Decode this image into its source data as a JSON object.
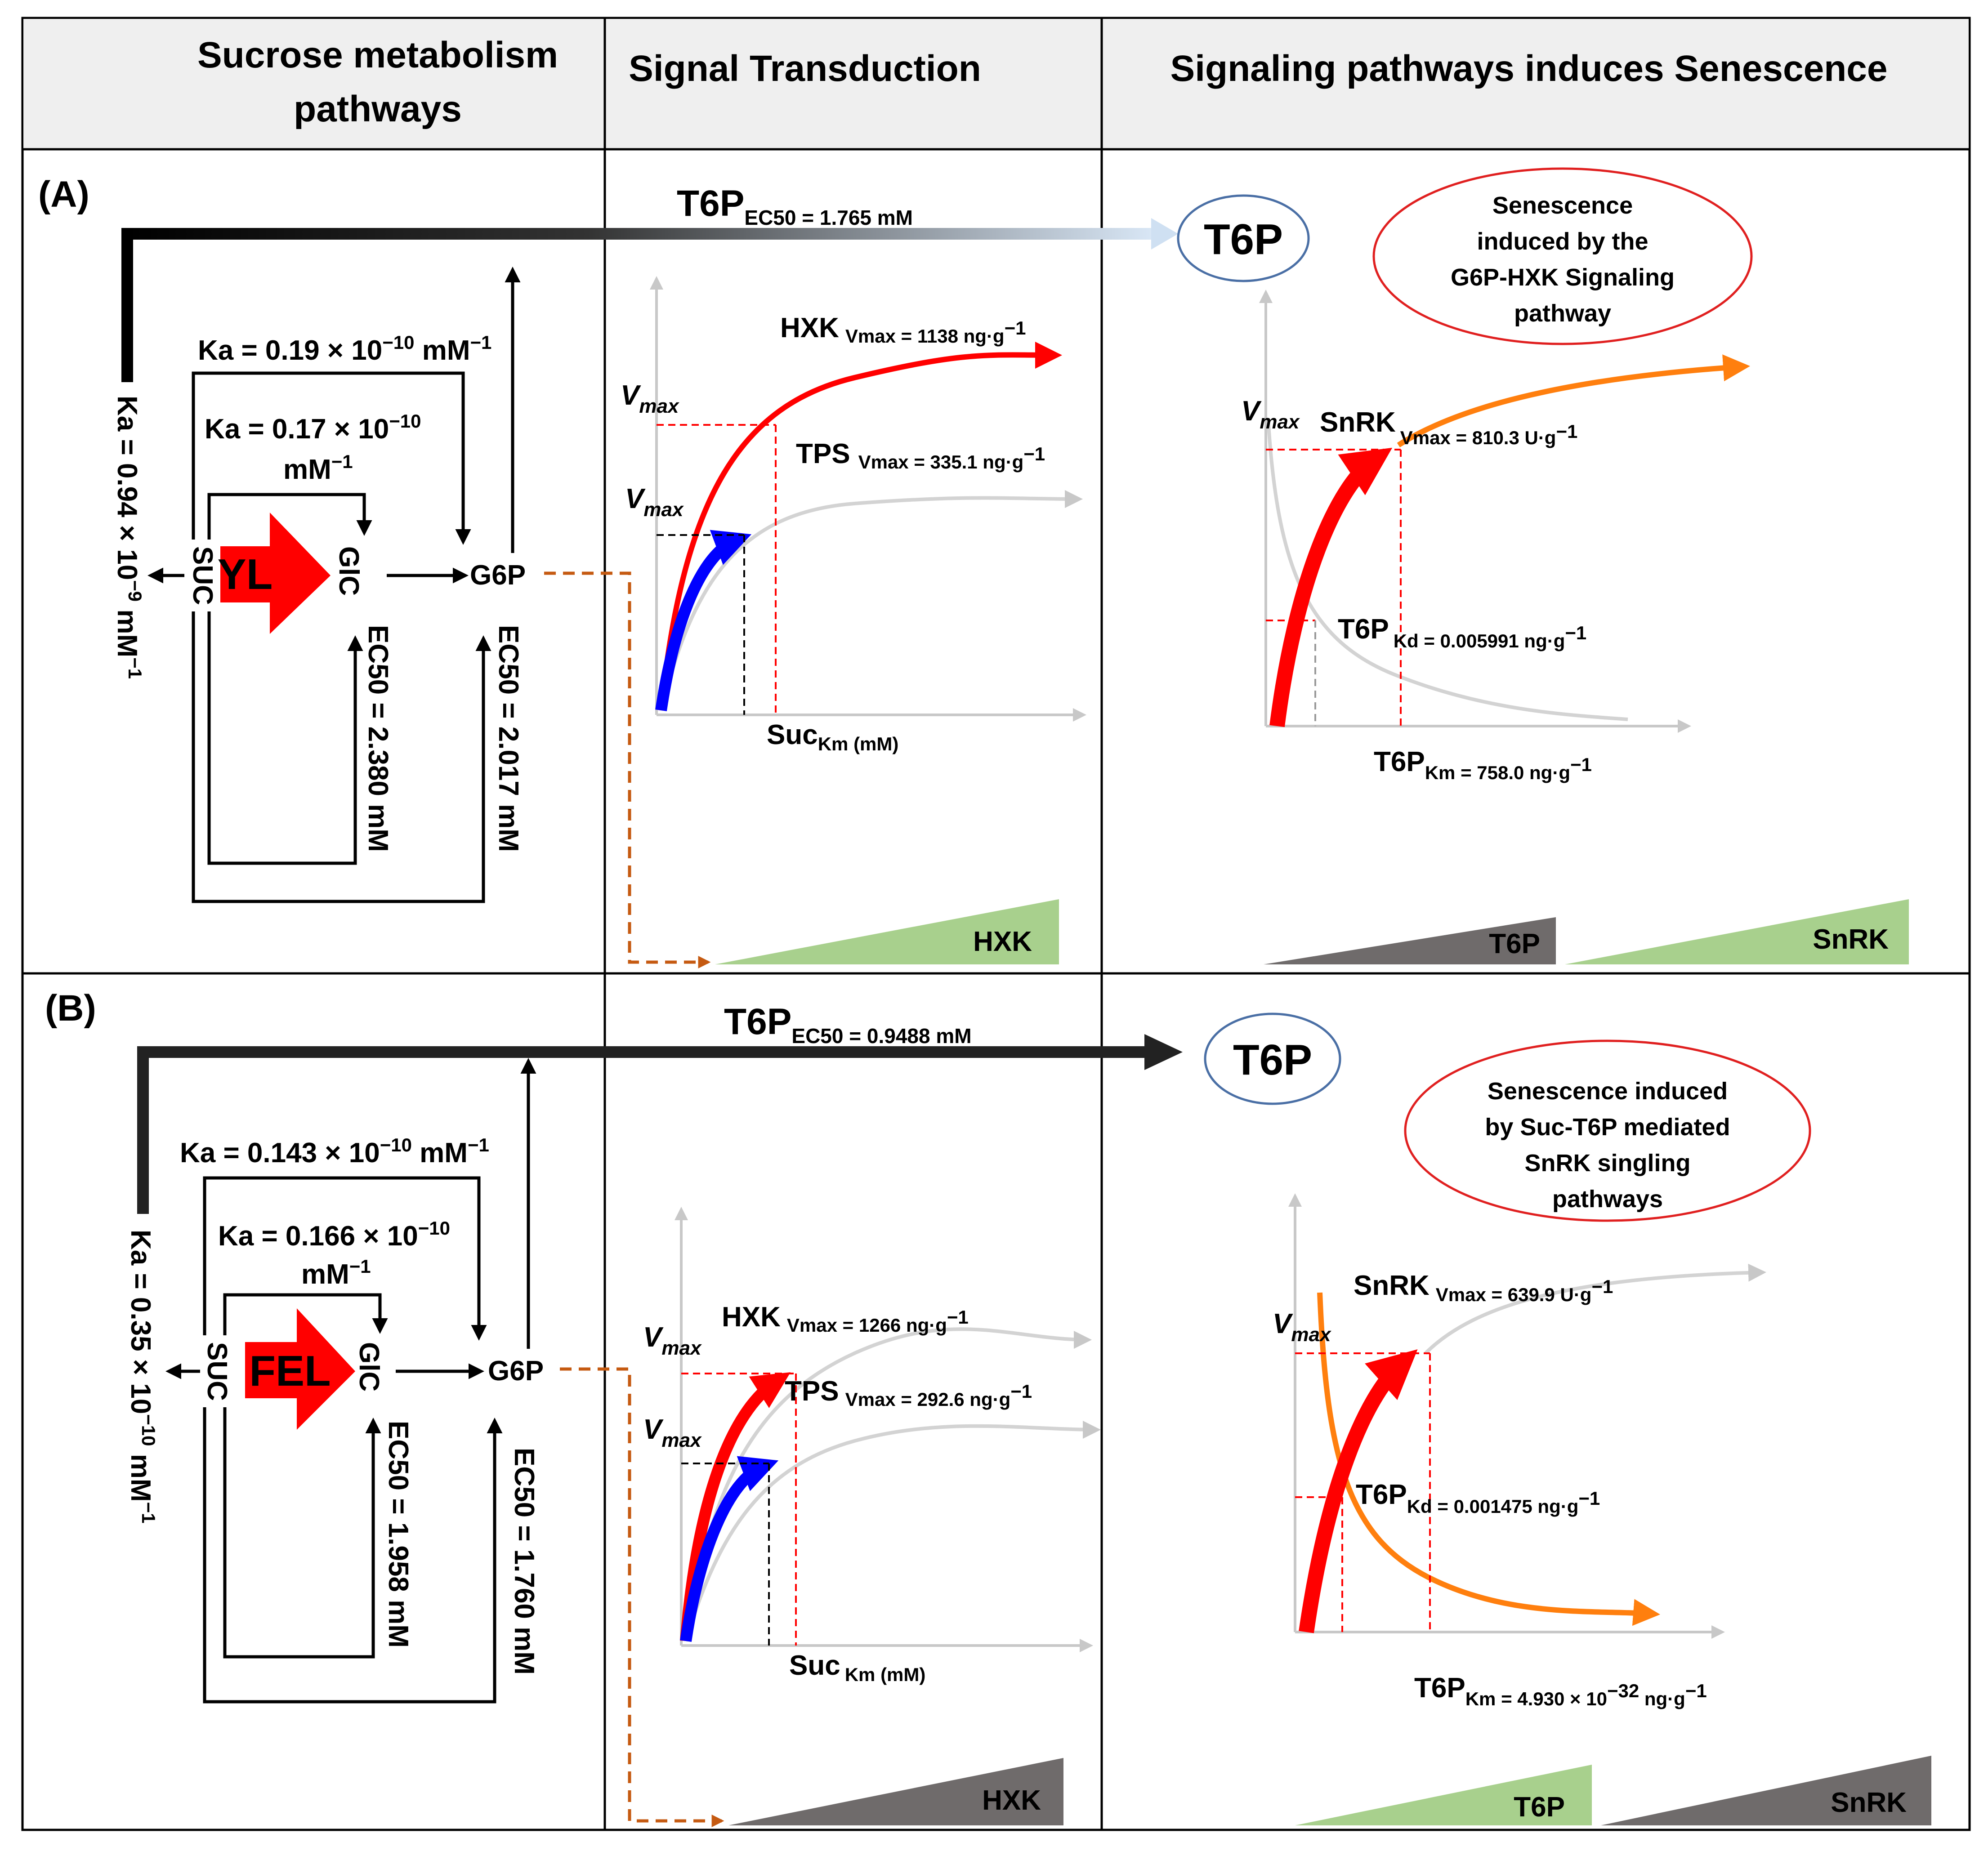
{
  "headers": {
    "col1_line1": "Sucrose metabolism",
    "col1_line2": "pathways",
    "col2": "Signal Transduction",
    "col3": "Signaling pathways induces Senescence"
  },
  "colors": {
    "red": "#ff0000",
    "blue": "#0000ff",
    "orange": "#ff7f0e",
    "grey_curve": "#d3d3d3",
    "green_wedge": "#a8d08d",
    "grey_wedge": "#6f6b6b",
    "brown_dash": "#c55a11",
    "oval_red": "#e02020",
    "oval_blue": "#4a6fa5"
  },
  "panel_a": {
    "label": "(A)",
    "arrow_label": "YL",
    "suc": "SUC",
    "glc": "GlC",
    "g6p": "G6P",
    "ka_outer": "Ka = 0.19 × 10",
    "ka_outer_exp": "−10",
    "ka_outer_unit": " mM",
    "ka_inner_line1": "Ka = 0.17 × 10",
    "ka_inner_exp": "−10",
    "ka_inner_line2": "mM",
    "ka_left": "Ka = 0.94 × 10",
    "ka_left_exp": "−9",
    "ka_left_unit": " mM",
    "unit_exp": "−1",
    "ec50_glc": "EC50 = 2.380 mM",
    "ec50_g6p": "EC50 = 2.017 mM",
    "t6p_ec50_main": "T6P",
    "t6p_ec50_sub": "EC50 = 1.765 mM",
    "vmax": "V",
    "vmax_sub": "max",
    "hxk": "HXK",
    "hxk_vmax": "Vmax = 1138 ng·g",
    "tps": "TPS",
    "tps_vmax": "Vmax = 335.1 ng·g",
    "suc_km": "Suc",
    "suc_km_sub": "Km (mM)",
    "wedge_hxk": "HXK",
    "t6p_node": "T6P",
    "oval": [
      "Senescence",
      "induced by the",
      "G6P-HXK Signaling",
      "pathway"
    ],
    "snrk": "SnRK",
    "snrk_vmax": "Vmax = 810.3 U·g",
    "t6p_kd": "T6P",
    "t6p_kd_sub": "Kd = 0.005991 ng·g",
    "t6p_km": "T6P",
    "t6p_km_sub": "Km = 758.0 ng·g",
    "wedge_t6p": "T6P",
    "wedge_snrk": "SnRK"
  },
  "panel_b": {
    "label": "(B)",
    "arrow_label": "FEL",
    "suc": "SUC",
    "glc": "GlC",
    "g6p": "G6P",
    "ka_outer": "Ka = 0.143 × 10",
    "ka_outer_exp": "−10",
    "ka_outer_unit": " mM",
    "ka_inner_line1": "Ka = 0.166 × 10",
    "ka_inner_exp": "−10",
    "ka_inner_line2": "mM",
    "ka_left": "Ka = 0.35 × 10",
    "ka_left_exp": "−10",
    "ka_left_unit": " mM",
    "unit_exp": "−1",
    "ec50_glc": "EC50 = 1.958 mM",
    "ec50_g6p": "EC50 = 1.760 mM",
    "t6p_ec50_main": "T6P",
    "t6p_ec50_sub": "EC50 = 0.9488 mM",
    "vmax": "V",
    "vmax_sub": "max",
    "hxk": "HXK",
    "hxk_vmax": "Vmax = 1266 ng·g",
    "tps": "TPS",
    "tps_vmax": "Vmax = 292.6 ng·g",
    "suc_km": "Suc",
    "suc_km_sub": "Km (mM)",
    "wedge_hxk": "HXK",
    "t6p_node": "T6P",
    "oval": [
      "Senescence induced",
      "by Suc-T6P mediated",
      "SnRK singling",
      "pathways"
    ],
    "snrk": "SnRK",
    "snrk_vmax": "Vmax = 639.9 U·g",
    "t6p_kd": "T6P",
    "t6p_kd_sub": "Kd = 0.001475 ng·g",
    "t6p_km": "T6P",
    "t6p_km_sub": "Km = 4.930 ×  10",
    "t6p_km_exp": "−32",
    "t6p_km_unit": " ng·g",
    "wedge_t6p": "T6P",
    "wedge_snrk": "SnRK"
  }
}
